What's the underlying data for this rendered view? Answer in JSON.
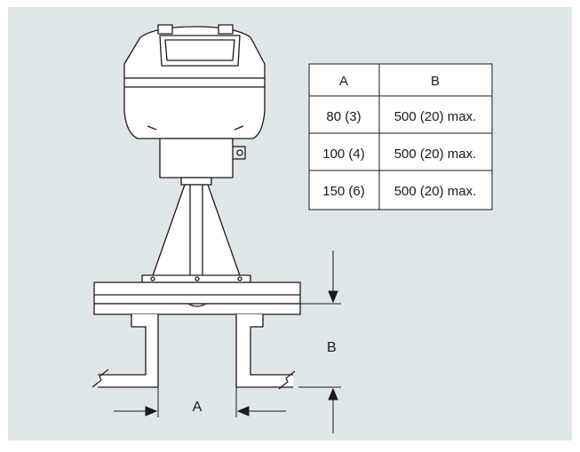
{
  "colors": {
    "panel_background": "#dfe6ea",
    "stroke": "#1a1a1a",
    "fill": "#ffffff"
  },
  "table": {
    "headers": [
      "A",
      "B"
    ],
    "rows": [
      [
        "80 (3)",
        "500 (20) max."
      ],
      [
        "100 (4)",
        "500 (20) max."
      ],
      [
        "150 (6)",
        "500 (20) max."
      ]
    ]
  },
  "dimensions": {
    "a_label": "A",
    "b_label": "B"
  }
}
